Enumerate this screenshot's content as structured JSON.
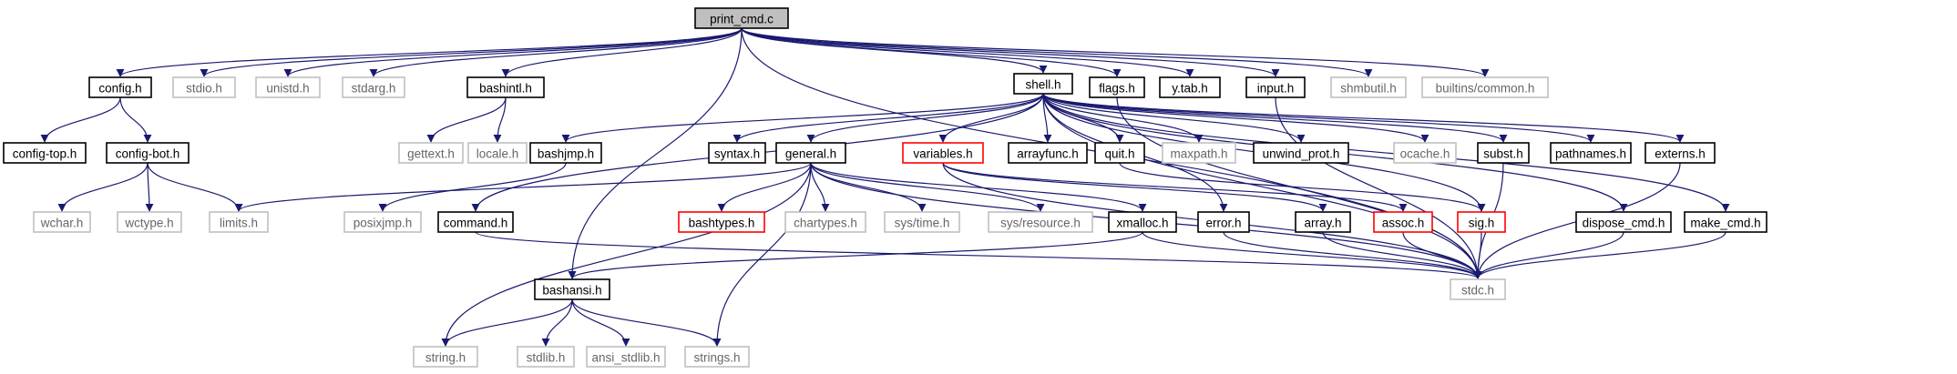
{
  "diagram": {
    "style_colors": {
      "edge": "#191970",
      "root_fill": "#bfbfbf",
      "normal_border": "#000000",
      "missing_border": "#bfbfbf",
      "truncated_border": "#ff0000",
      "label_text": "#000000",
      "missing_text": "#666666"
    },
    "nodes": [
      {
        "id": "print_cmd",
        "label": "print_cmd.c",
        "kind": "root"
      },
      {
        "id": "config",
        "label": "config.h",
        "kind": "normal"
      },
      {
        "id": "stdio",
        "label": "stdio.h",
        "kind": "missing"
      },
      {
        "id": "unistd",
        "label": "unistd.h",
        "kind": "missing"
      },
      {
        "id": "stdarg",
        "label": "stdarg.h",
        "kind": "missing"
      },
      {
        "id": "bashintl",
        "label": "bashintl.h",
        "kind": "normal"
      },
      {
        "id": "shell",
        "label": "shell.h",
        "kind": "normal"
      },
      {
        "id": "flags",
        "label": "flags.h",
        "kind": "normal"
      },
      {
        "id": "ytab",
        "label": "y.tab.h",
        "kind": "normal"
      },
      {
        "id": "input",
        "label": "input.h",
        "kind": "normal"
      },
      {
        "id": "shmbutil",
        "label": "shmbutil.h",
        "kind": "missing"
      },
      {
        "id": "builtins_common",
        "label": "builtins/common.h",
        "kind": "missing"
      },
      {
        "id": "config_top",
        "label": "config-top.h",
        "kind": "normal"
      },
      {
        "id": "config_bot",
        "label": "config-bot.h",
        "kind": "normal"
      },
      {
        "id": "gettext",
        "label": "gettext.h",
        "kind": "missing"
      },
      {
        "id": "locale",
        "label": "locale.h",
        "kind": "missing"
      },
      {
        "id": "bashjmp",
        "label": "bashjmp.h",
        "kind": "normal"
      },
      {
        "id": "syntax",
        "label": "syntax.h",
        "kind": "normal"
      },
      {
        "id": "general",
        "label": "general.h",
        "kind": "normal"
      },
      {
        "id": "variables",
        "label": "variables.h",
        "kind": "truncated"
      },
      {
        "id": "arrayfunc",
        "label": "arrayfunc.h",
        "kind": "normal"
      },
      {
        "id": "quit",
        "label": "quit.h",
        "kind": "normal"
      },
      {
        "id": "maxpath",
        "label": "maxpath.h",
        "kind": "missing"
      },
      {
        "id": "unwind_prot",
        "label": "unwind_prot.h",
        "kind": "normal"
      },
      {
        "id": "ocache",
        "label": "ocache.h",
        "kind": "missing"
      },
      {
        "id": "subst",
        "label": "subst.h",
        "kind": "normal"
      },
      {
        "id": "pathnames",
        "label": "pathnames.h",
        "kind": "normal"
      },
      {
        "id": "externs",
        "label": "externs.h",
        "kind": "normal"
      },
      {
        "id": "wchar",
        "label": "wchar.h",
        "kind": "missing"
      },
      {
        "id": "wctype",
        "label": "wctype.h",
        "kind": "missing"
      },
      {
        "id": "limits",
        "label": "limits.h",
        "kind": "missing"
      },
      {
        "id": "posixjmp",
        "label": "posixjmp.h",
        "kind": "missing"
      },
      {
        "id": "command",
        "label": "command.h",
        "kind": "normal"
      },
      {
        "id": "bashtypes",
        "label": "bashtypes.h",
        "kind": "truncated"
      },
      {
        "id": "chartypes",
        "label": "chartypes.h",
        "kind": "missing"
      },
      {
        "id": "systime",
        "label": "sys/time.h",
        "kind": "missing"
      },
      {
        "id": "sysresource",
        "label": "sys/resource.h",
        "kind": "missing"
      },
      {
        "id": "xmalloc",
        "label": "xmalloc.h",
        "kind": "normal"
      },
      {
        "id": "error",
        "label": "error.h",
        "kind": "normal"
      },
      {
        "id": "array",
        "label": "array.h",
        "kind": "normal"
      },
      {
        "id": "assoc",
        "label": "assoc.h",
        "kind": "truncated"
      },
      {
        "id": "sig",
        "label": "sig.h",
        "kind": "truncated"
      },
      {
        "id": "dispose_cmd",
        "label": "dispose_cmd.h",
        "kind": "normal"
      },
      {
        "id": "make_cmd",
        "label": "make_cmd.h",
        "kind": "normal"
      },
      {
        "id": "bashansi",
        "label": "bashansi.h",
        "kind": "normal"
      },
      {
        "id": "stdc",
        "label": "stdc.h",
        "kind": "missing"
      },
      {
        "id": "string",
        "label": "string.h",
        "kind": "missing"
      },
      {
        "id": "stdlib",
        "label": "stdlib.h",
        "kind": "missing"
      },
      {
        "id": "ansi_stdlib",
        "label": "ansi_stdlib.h",
        "kind": "missing"
      },
      {
        "id": "strings",
        "label": "strings.h",
        "kind": "missing"
      }
    ],
    "edges": [
      [
        "print_cmd",
        "config"
      ],
      [
        "print_cmd",
        "stdio"
      ],
      [
        "print_cmd",
        "unistd"
      ],
      [
        "print_cmd",
        "stdarg"
      ],
      [
        "print_cmd",
        "bashintl"
      ],
      [
        "print_cmd",
        "shell"
      ],
      [
        "print_cmd",
        "flags"
      ],
      [
        "print_cmd",
        "ytab"
      ],
      [
        "print_cmd",
        "input"
      ],
      [
        "print_cmd",
        "shmbutil"
      ],
      [
        "print_cmd",
        "builtins_common"
      ],
      [
        "print_cmd",
        "bashansi"
      ],
      [
        "print_cmd",
        "stdc"
      ],
      [
        "config",
        "config_top"
      ],
      [
        "config",
        "config_bot"
      ],
      [
        "config_bot",
        "wchar"
      ],
      [
        "config_bot",
        "wctype"
      ],
      [
        "config_bot",
        "limits"
      ],
      [
        "bashintl",
        "gettext"
      ],
      [
        "bashintl",
        "locale"
      ],
      [
        "shell",
        "bashjmp"
      ],
      [
        "shell",
        "command"
      ],
      [
        "shell",
        "syntax"
      ],
      [
        "shell",
        "general"
      ],
      [
        "shell",
        "variables"
      ],
      [
        "shell",
        "arrayfunc"
      ],
      [
        "shell",
        "quit"
      ],
      [
        "shell",
        "maxpath"
      ],
      [
        "shell",
        "unwind_prot"
      ],
      [
        "shell",
        "ocache"
      ],
      [
        "shell",
        "subst"
      ],
      [
        "shell",
        "pathnames"
      ],
      [
        "shell",
        "externs"
      ],
      [
        "shell",
        "dispose_cmd"
      ],
      [
        "shell",
        "make_cmd"
      ],
      [
        "shell",
        "error"
      ],
      [
        "shell",
        "sig"
      ],
      [
        "shell",
        "stdc"
      ],
      [
        "flags",
        "stdc"
      ],
      [
        "input",
        "stdc"
      ],
      [
        "bashjmp",
        "posixjmp"
      ],
      [
        "general",
        "limits"
      ],
      [
        "general",
        "bashtypes"
      ],
      [
        "general",
        "chartypes"
      ],
      [
        "general",
        "systime"
      ],
      [
        "general",
        "sysresource"
      ],
      [
        "general",
        "xmalloc"
      ],
      [
        "general",
        "string"
      ],
      [
        "general",
        "strings"
      ],
      [
        "general",
        "stdc"
      ],
      [
        "command",
        "stdc"
      ],
      [
        "variables",
        "array"
      ],
      [
        "variables",
        "assoc"
      ],
      [
        "variables",
        "stdc"
      ],
      [
        "quit",
        "sig"
      ],
      [
        "xmalloc",
        "bashansi"
      ],
      [
        "xmalloc",
        "stdc"
      ],
      [
        "error",
        "stdc"
      ],
      [
        "array",
        "stdc"
      ],
      [
        "assoc",
        "stdc"
      ],
      [
        "sig",
        "stdc"
      ],
      [
        "dispose_cmd",
        "stdc"
      ],
      [
        "make_cmd",
        "stdc"
      ],
      [
        "subst",
        "stdc"
      ],
      [
        "externs",
        "stdc"
      ],
      [
        "bashansi",
        "string"
      ],
      [
        "bashansi",
        "stdlib"
      ],
      [
        "bashansi",
        "ansi_stdlib"
      ],
      [
        "bashansi",
        "strings"
      ]
    ]
  }
}
